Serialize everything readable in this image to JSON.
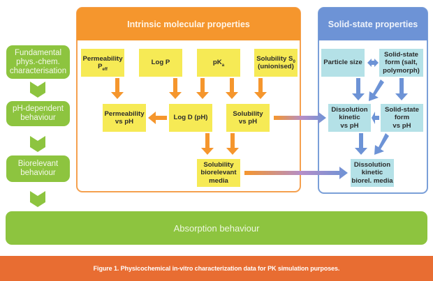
{
  "stages": [
    {
      "id": "fundamental",
      "label": "Fundamental phys.-chem. characterisation",
      "lines": [
        "Fundamental",
        "phys.-chem.",
        "characterisation"
      ]
    },
    {
      "id": "ph-dependent",
      "label": "pH-dependent behaviour",
      "lines": [
        "pH-dependent",
        "behaviour"
      ]
    },
    {
      "id": "biorelevant",
      "label": "Biorelevant behaviour",
      "lines": [
        "Biorelevant",
        "behaviour"
      ]
    }
  ],
  "intrinsic_panel": {
    "title": "Intrinsic molecular properties",
    "boxes": {
      "permeability_peff": {
        "text": "Permeability",
        "line2": "P",
        "sub": "eff"
      },
      "log_p": {
        "text": "Log P"
      },
      "pka": {
        "text": "pK",
        "sub": "a"
      },
      "solubility_s0": {
        "text": "Solubility S",
        "sub": "0",
        "line2": "(unionised)"
      },
      "permeability_vs_ph": {
        "line1": "Permeability",
        "line2": "vs pH"
      },
      "log_d": {
        "text": "Log D (pH)"
      },
      "solubility_vs_ph": {
        "line1": "Solubility",
        "line2": "vs pH"
      },
      "solubility_biorelevant": {
        "line1": "Solubility",
        "line2": "biorelevant",
        "line3": "media"
      }
    }
  },
  "solid_state_panel": {
    "title": "Solid-state properties",
    "boxes": {
      "particle_size": {
        "text": "Particle size"
      },
      "solid_state_form": {
        "line1": "Solid-state",
        "line2": "form (salt,",
        "line3": "polymorph)"
      },
      "dissolution_vs_ph": {
        "line1": "Dissolution",
        "line2": "kinetic",
        "line3": "vs pH"
      },
      "solid_state_form_vs_ph": {
        "line1": "Solid-state",
        "line2": "form",
        "line3": "vs pH"
      },
      "dissolution_biorel": {
        "line1": "Dissolution",
        "line2": "kinetic",
        "line3": "biorel. media"
      }
    }
  },
  "absorption": {
    "label": "Absorption behaviour"
  },
  "caption": "Figure 1. Physicochemical in-vitro characterization data for PK simulation purposes.",
  "colors": {
    "green": "#8dc43f",
    "orange": "#f5962d",
    "blue": "#6d93d6",
    "yellow_box": "#f6ea55",
    "cyan_box": "#b4e1e7",
    "caption_bar": "#e86d32"
  }
}
